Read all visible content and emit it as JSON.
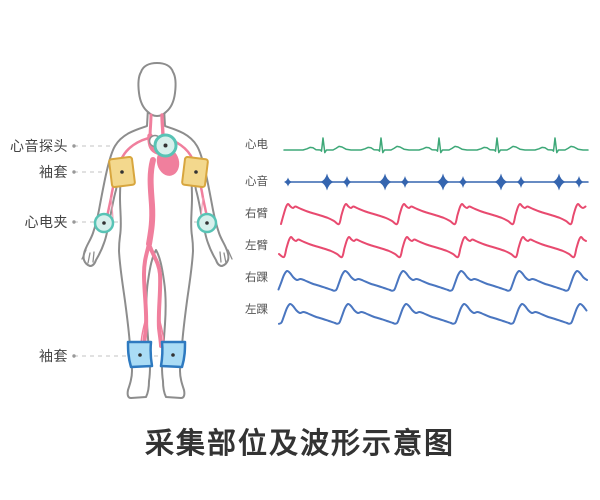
{
  "title": "采集部位及波形示意图",
  "body_labels": {
    "heart_probe": "心音探头",
    "arm_cuff": "袖套",
    "ecg_clip": "心电夹",
    "ankle_cuff": "袖套"
  },
  "waveforms": [
    {
      "label": "心电",
      "type": "ecg",
      "color": "#3ea878"
    },
    {
      "label": "心音",
      "type": "heart-sound",
      "color": "#3565af"
    },
    {
      "label": "右臂",
      "type": "arm-pulse",
      "color": "#e84a6f"
    },
    {
      "label": "左臂",
      "type": "arm-pulse",
      "color": "#e84a6f"
    },
    {
      "label": "右踝",
      "type": "ankle-pulse",
      "color": "#4a76c0"
    },
    {
      "label": "左踝",
      "type": "ankle-pulse",
      "color": "#4a76c0"
    }
  ],
  "colors": {
    "outline": "#8d8d8d",
    "artery": "#f07f9d",
    "artery_light": "#f2a0b6",
    "cuff_fill": "#f3d88d",
    "cuff_border": "#d8a63e",
    "ankle_cuff_fill": "#aadcf5",
    "ankle_cuff_border": "#2e7ac0",
    "sensor_fill": "#d7f0ec",
    "sensor_border": "#58c3b5",
    "dashed_line": "#cfcfcf",
    "dot": "#333333",
    "label_dot": "#999999",
    "label_text": "#444444",
    "wave_label": "#555555",
    "title_text": "#333333"
  }
}
